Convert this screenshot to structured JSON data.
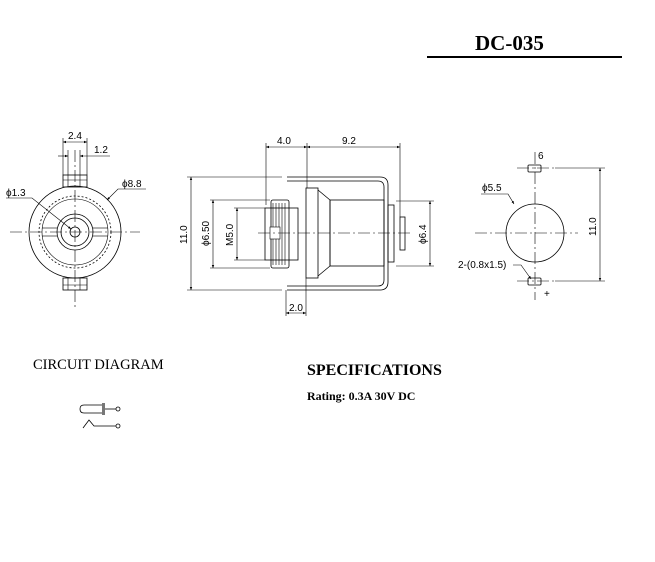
{
  "title": "DC-035",
  "front_view": {
    "dim_width": "2.4",
    "dim_pitch": "1.2",
    "dim_hole": "ϕ1.3",
    "dim_outer": "ϕ8.8"
  },
  "side_view": {
    "dim_height": "11.0",
    "dim_nut": "ϕ6.50",
    "dim_thread": "M5.0",
    "dim_body": "ϕ6.4",
    "dim_front": "4.0",
    "dim_length": "9.2",
    "dim_flange": "2.0"
  },
  "panel_view": {
    "dim_pad": "6",
    "dim_hole": "ϕ5.5",
    "dim_pads": "2-(0.8x1.5)",
    "dim_height": "11.0",
    "mark": "+"
  },
  "circuit": {
    "heading": "CIRCUIT DIAGRAM"
  },
  "specifications": {
    "heading": "SPECIFICATIONS",
    "rating": "Rating: 0.3A 30V DC"
  }
}
